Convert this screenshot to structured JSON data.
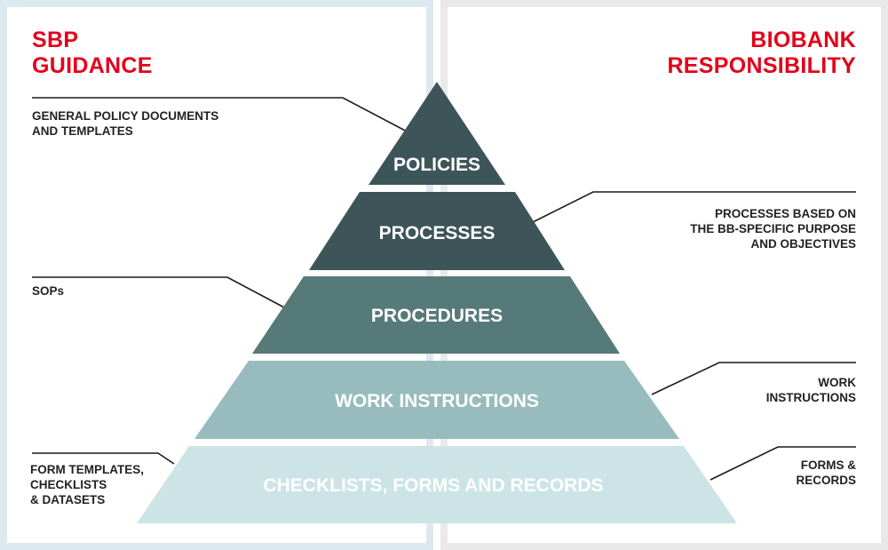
{
  "left_panel": {
    "heading": "SBP\nGUIDANCE"
  },
  "right_panel": {
    "heading": "BIOBANK\nRESPONSIBILITY"
  },
  "pyramid": {
    "tiers": [
      {
        "label": "POLICIES",
        "color": "#3d5559"
      },
      {
        "label": "PROCESSES",
        "color": "#3d5559"
      },
      {
        "label": "PROCEDURES",
        "color": "#567a79"
      },
      {
        "label": "WORK INSTRUCTIONS",
        "color": "#98bcbd"
      },
      {
        "label": "CHECKLISTS, FORMS AND RECORDS",
        "color": "#cde4e6"
      }
    ]
  },
  "annotations": {
    "general_policy": "GENERAL POLICY DOCUMENTS\nAND TEMPLATES",
    "sops": "SOPs",
    "form_templates": "FORM TEMPLATES,\nCHECKLISTS\n& DATASETS",
    "processes_based": "PROCESSES BASED ON\nTHE BB-SPECIFIC PURPOSE\nAND OBJECTIVES",
    "work_instructions": "WORK\nINSTRUCTIONS",
    "forms_records": "FORMS &\nRECORDS"
  },
  "colors": {
    "heading_red": "#e3001b",
    "left_border": "#dde9f0",
    "right_border": "#e9e9e9",
    "text_dark": "#222222"
  }
}
